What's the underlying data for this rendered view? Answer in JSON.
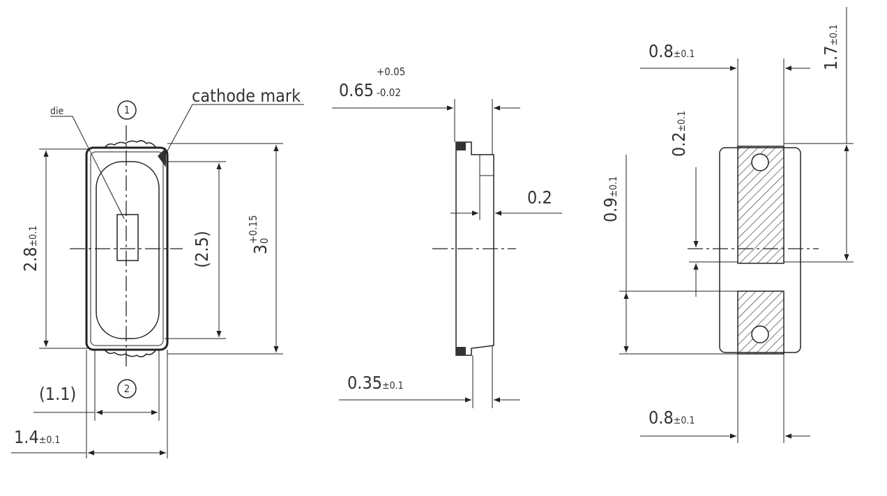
{
  "drawing": {
    "front": {
      "cathode_label": "cathode mark",
      "die_label": "die",
      "pin1": "1",
      "pin2": "2",
      "height_label": "2.8",
      "height_tol": "±0.1",
      "inner_label": "(2.5)",
      "total_label": "3",
      "total_upper": "+0.15",
      "total_lower": "0",
      "inner_width": "(1.1)",
      "width_label": "1.4",
      "width_tol": "±0.1"
    },
    "side": {
      "thick_label": "0.65",
      "thick_upper": "+0.05",
      "thick_lower": "-0.02",
      "step_label": "0.2",
      "lead_label": "0.35",
      "lead_tol": "±0.1"
    },
    "pads": {
      "top_width": "0.8",
      "top_width_tol": "±0.1",
      "pad_height": "1.7",
      "pad_height_tol": "±0.1",
      "gap": "0.2",
      "gap_tol": "±0.1",
      "lower_h": "0.9",
      "lower_h_tol": "±0.1",
      "bottom_width": "0.8",
      "bottom_width_tol": "±0.1"
    }
  }
}
